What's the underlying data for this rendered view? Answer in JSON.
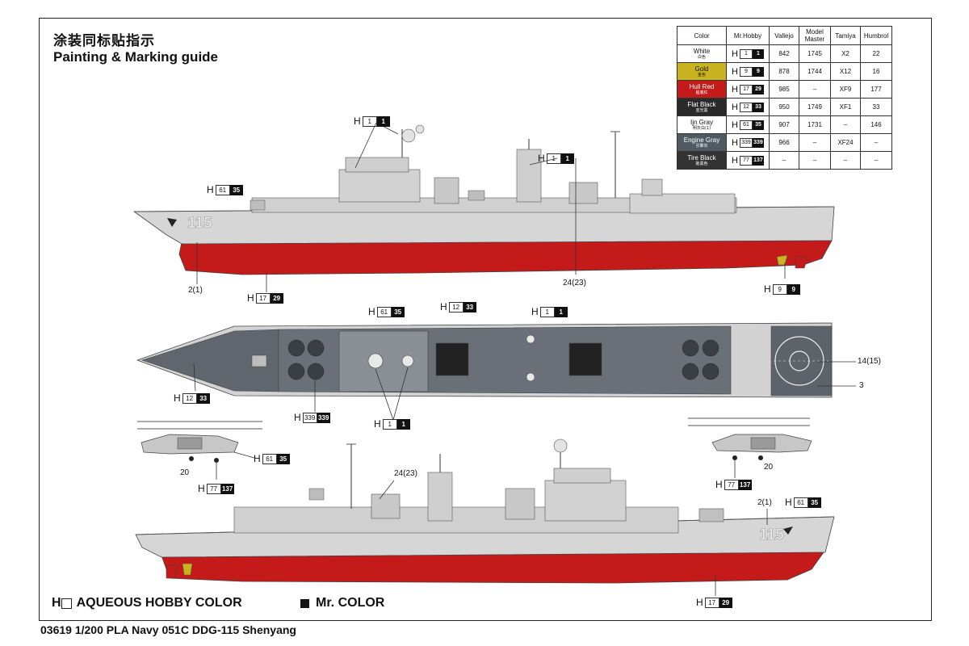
{
  "header": {
    "title_cn": "涂装同标贴指示",
    "title_en": "Painting & Marking guide"
  },
  "color_table": {
    "headers": [
      "Color",
      "Mr.Hobby",
      "Vallejo",
      "Model Master",
      "Tamiya",
      "Humbrol"
    ],
    "rows": [
      {
        "name": "White",
        "name_cn": "白色",
        "aq": "1",
        "mr": "1",
        "vallejo": "842",
        "model_master": "1745",
        "tamiya": "X2",
        "humbrol": "22",
        "bg": "#ffffff",
        "fg": "#111111"
      },
      {
        "name": "Gold",
        "name_cn": "金色",
        "aq": "9",
        "mr": "9",
        "vallejo": "878",
        "model_master": "1744",
        "tamiya": "X12",
        "humbrol": "16",
        "bg": "#c9b321",
        "fg": "#111111"
      },
      {
        "name": "Hull Red",
        "name_cn": "船底红",
        "aq": "17",
        "mr": "29",
        "vallejo": "985",
        "model_master": "–",
        "tamiya": "XF9",
        "humbrol": "177",
        "bg": "#c41a1a",
        "fg": "#ffffff"
      },
      {
        "name": "Flat Black",
        "name_cn": "亚光黑",
        "aq": "12",
        "mr": "33",
        "vallejo": "950",
        "model_master": "1749",
        "tamiya": "XF1",
        "humbrol": "33",
        "bg": "#2a2a2a",
        "fg": "#ffffff"
      },
      {
        "name": "Ijn Gray",
        "name_cn": "明灰白(1)",
        "aq": "61",
        "mr": "35",
        "vallejo": "907",
        "model_master": "1731",
        "tamiya": "–",
        "humbrol": "146",
        "bg": "#ffffff",
        "fg": "#111111"
      },
      {
        "name": "Engine Gray",
        "name_cn": "引擎灰",
        "aq": "339",
        "mr": "339",
        "vallejo": "966",
        "model_master": "–",
        "tamiya": "XF24",
        "humbrol": "–",
        "bg": "#505a62",
        "fg": "#ffffff"
      },
      {
        "name": "Tire Black",
        "name_cn": "胎黑色",
        "aq": "77",
        "mr": "137",
        "vallejo": "–",
        "model_master": "–",
        "tamiya": "–",
        "humbrol": "–",
        "bg": "#333333",
        "fg": "#ffffff"
      }
    ]
  },
  "callouts": {
    "h": "H",
    "white": {
      "aq": "1",
      "mr": "1"
    },
    "gold": {
      "aq": "9",
      "mr": "9"
    },
    "hull_red": {
      "aq": "17",
      "mr": "29"
    },
    "flat_black": {
      "aq": "12",
      "mr": "33"
    },
    "ijn_gray": {
      "aq": "61",
      "mr": "35"
    },
    "engine_gray": {
      "aq": "339",
      "mr": "339"
    },
    "tire_black": {
      "aq": "77",
      "mr": "137"
    }
  },
  "decal_numbers": {
    "n_2_1": "2(1)",
    "n_24_23": "24(23)",
    "n_14_15": "14(15)",
    "n_3": "3",
    "n_20": "20"
  },
  "hull_number": "115",
  "legend": {
    "aqueous_prefix": "H",
    "aqueous": "AQUEOUS HOBBY COLOR",
    "mr_color": "Mr. COLOR"
  },
  "footer": "03619 1/200 PLA Navy 051C DDG-115 Shenyang",
  "colors": {
    "hull_gray": "#d4d4d4",
    "deck_gray": "#5d636a",
    "hull_red": "#c41a1a",
    "gold": "#c9b321"
  }
}
